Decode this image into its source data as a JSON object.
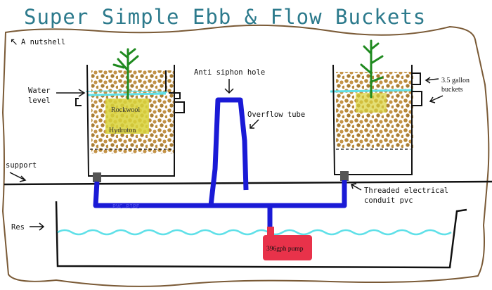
{
  "title": "Super Simple Ebb & Flow Buckets",
  "labels": {
    "nutshell": "A nutshell",
    "water_level_1": "Water",
    "water_level_2": "level",
    "rockwool": "Rockwool",
    "hydroton": "Hydroton",
    "support": "support",
    "res": "Res",
    "anti_siphon": "Anti siphon hole",
    "overflow": "Overflow tube",
    "bucket_1": "3.5 gallon",
    "bucket_2": "buckets",
    "conduit_1": "Threaded electrical",
    "conduit_2": "conduit pvc",
    "pump": "396gph pump",
    "pipe": "PVC   PIPE"
  },
  "colors": {
    "title": "#2c7a8c",
    "pipe": "#1a1ad6",
    "water": "#5fe0e8",
    "media": "#b88a3a",
    "rockwool": "#d8d23a",
    "plant": "#1f8a1f",
    "pump": "#e8324a",
    "border": "#7a5a36"
  }
}
